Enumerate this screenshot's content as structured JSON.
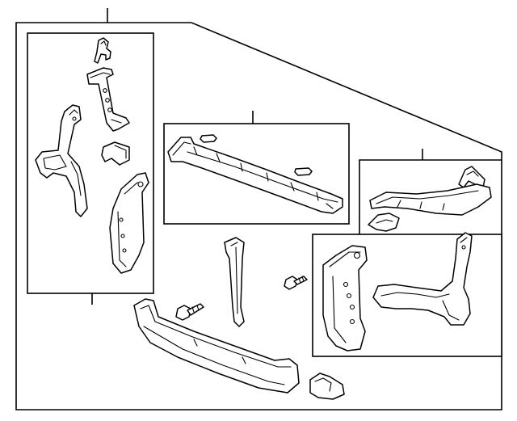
{
  "diagram": {
    "type": "exploded-parts-diagram",
    "callout_count": 4,
    "groups": [
      {
        "id": "left-bracket-set",
        "parts": [
          "upper-clip",
          "upper-mount-stay",
          "left-side-bracket",
          "small-clip",
          "left-side-support"
        ]
      },
      {
        "id": "upper-crossmember-set",
        "parts": [
          "upper-crossmember",
          "rubber-pad-left",
          "rubber-pad-right"
        ]
      },
      {
        "id": "right-bracket-set",
        "parts": [
          "upper-clip-right",
          "upper-rail-right",
          "small-clip-right",
          "right-side-support",
          "right-side-bracket"
        ]
      },
      {
        "id": "loose-parts",
        "parts": [
          "center-stay",
          "bolt-center",
          "bolt-right",
          "lower-crossmember",
          "lower-clip"
        ]
      }
    ]
  }
}
